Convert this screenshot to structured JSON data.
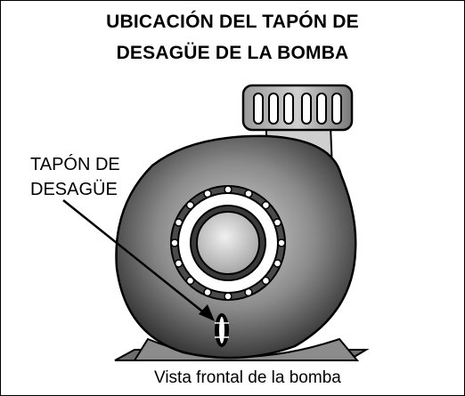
{
  "title": {
    "line1": "UBICACIÓN DEL TAPÓN DE",
    "line2": "DESAGÜE DE LA BOMBA"
  },
  "callout": {
    "line1": "TAPÓN DE",
    "line2": "DESAGÜE"
  },
  "caption": "Vista frontal de la bomba"
}
